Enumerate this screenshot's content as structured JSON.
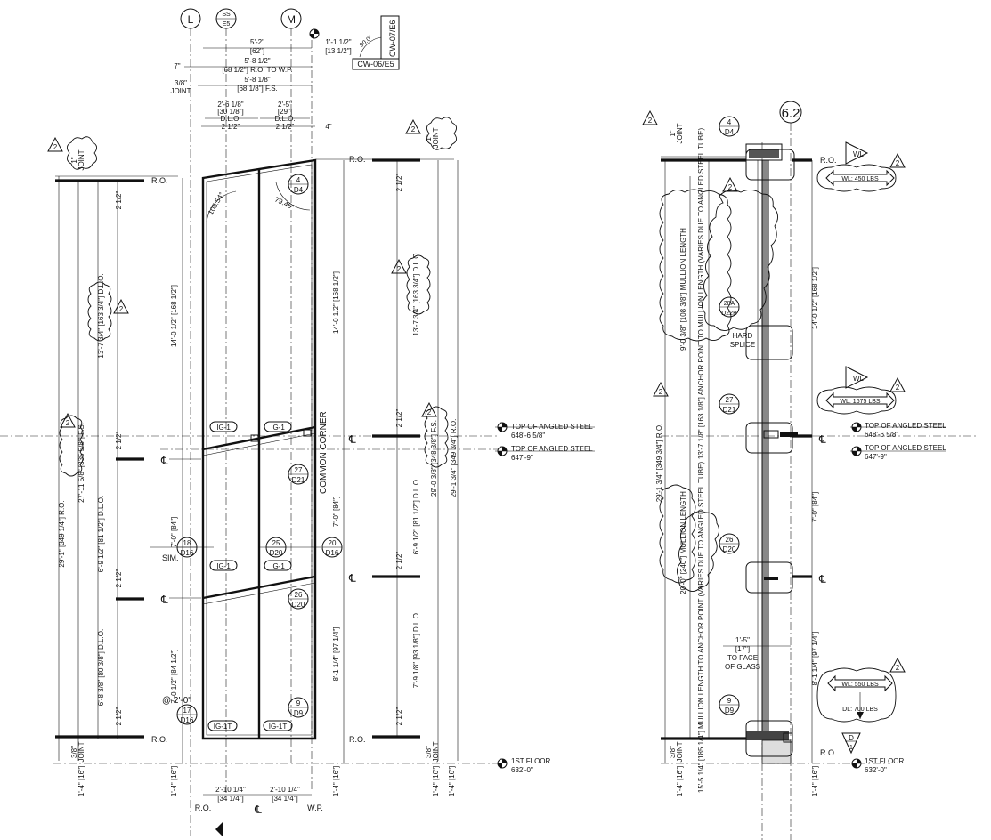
{
  "grid": {
    "l": "L",
    "m": "M",
    "g62": "6.2"
  },
  "refs": {
    "ss_e5": {
      "top": "SS",
      "bottom": "E5"
    },
    "cw07": "CW-07/E6",
    "cw06": "CW-06/E5",
    "angle90": "90.0°",
    "angle105": "105.54°",
    "angle79": "79.46°"
  },
  "tags": {
    "d4": {
      "top": "4",
      "bottom": "D4"
    },
    "d21": {
      "top": "27",
      "bottom": "D21"
    },
    "d16a": {
      "top": "18",
      "bottom": "D16"
    },
    "d20a": {
      "top": "25",
      "bottom": "D20"
    },
    "d16b": {
      "top": "20",
      "bottom": "D16"
    },
    "d20b": {
      "top": "26",
      "bottom": "D20"
    },
    "d16c": {
      "top": "17",
      "bottom": "D16"
    },
    "d9": {
      "top": "9",
      "bottom": "D9"
    },
    "d22b": {
      "top": "28A",
      "bottom": "D22B"
    },
    "section_d": "D",
    "section_1": "1"
  },
  "revision": "2",
  "glass_tags": {
    "ig1": "IG-1",
    "ig1t": "IG-1T"
  },
  "labels": {
    "ro": "R.O.",
    "cl": "℄",
    "wp": "W.P.",
    "common_corner": "COMMON CORNER",
    "sim": "SIM.",
    "at_2ft": "@ 2'-0\"",
    "hard": "HARD",
    "splice": "SPLICE",
    "joint": "JOINT",
    "one_in": "1\"",
    "seven_in": "7\"",
    "four_in": "4\"",
    "three_eighth": "3/8\""
  },
  "elevations": {
    "top_angled_steel": "TOP OF ANGLED STEEL",
    "elev_648": "648'-6 5/8\"",
    "elev_647": "647'-9\"",
    "first_floor": "1ST FLOOR",
    "elev_632": "632'-0\""
  },
  "horizontal_dims": {
    "d_62": "5'-2\"",
    "d_62b": "[62\"]",
    "d_68_ro": "5'-8 1/2\"",
    "d_68_rob": "[68 1/2\"] R.O. TO W.P.",
    "d_68_fs": "5'-8 1/8\"",
    "d_68_fsb": "[68 1/8\"] F.S.",
    "dlo_a1": "2'-6 1/8\"",
    "dlo_a2": "[30 1/8\"]",
    "dlo_b1": "2'-5\"",
    "dlo_b2": "[29\"]",
    "dlo": "D.L.O.",
    "two_half": "2 1/2\"",
    "d_1_1_half": "1'-1 1/2\"",
    "d_13_half": "[13 1/2\"]",
    "bot_a1": "2'-10 1/4\"",
    "bot_a2": "[34 1/4\"]",
    "bot_b1": "2'-10 1/4\"",
    "bot_b2": "[34 1/4\"]",
    "glass_face1": "1'-5\"",
    "glass_face2": "[17\"]",
    "glass_face3": "TO FACE",
    "glass_face4": "OF GLASS"
  },
  "vertical_dims": {
    "ro_29": "29'-1\" [349 1/4\"] R.O.",
    "ro_29b": "29'-1 3/4\" [349 3/4\"] R.O.",
    "fs_27": "27'-11 5/8\" [335 5/8\"] F.S.",
    "fs_29": "29'-0 3/8\" [348 3/8\"] F.S.",
    "dlo_13": "13'-7 3/4\" [163 3/4\"] D.L.O.",
    "dlo_6_9": "6'-9 1/2\" [81 1/2\"] D.L.O.",
    "dlo_6_8": "6'-8 3/8\" [80 3/8\"] D.L.O.",
    "dlo_7_9": "7'-9 1/8\" [93 1/8\"] D.L.O.",
    "d_14": "14'-0 1/2\" [168 1/2\"]",
    "d_7": "7'-0\" [84\"]",
    "d_7_2": "7'-0 1/2\" [84 1/2\"]",
    "d_8": "8'-1 1/4\" [97 1/4\"]",
    "d_16": "1'-4\" [16\"]",
    "two_half": "2 1/2\"",
    "mullion_upper1": "9'-0 3/8\" [108 3/8\"] MULLION LENGTH",
    "mullion_upper2": "13'-7 1/8\" [163 1/8\"] ANCHOR POINT TO MULLION LENGTH (VARIES DUE TO ANGLED STEEL TUBE)",
    "mullion_lower1": "20'-0\" [240\"] MULLION LENGTH",
    "mullion_lower2": "15'-5 1/4\" [185 1/4\"] MULLION LENGTH TO ANCHOR POINT (VARIES DUE TO ANGLED STEEL TUBE)"
  },
  "loads": {
    "wl": "WL",
    "wl450": "WL: 450 LBS",
    "wl1675": "WL: 1675 LBS",
    "wl550": "WL: 550 LBS",
    "dl700": "DL: 700 LBS"
  }
}
